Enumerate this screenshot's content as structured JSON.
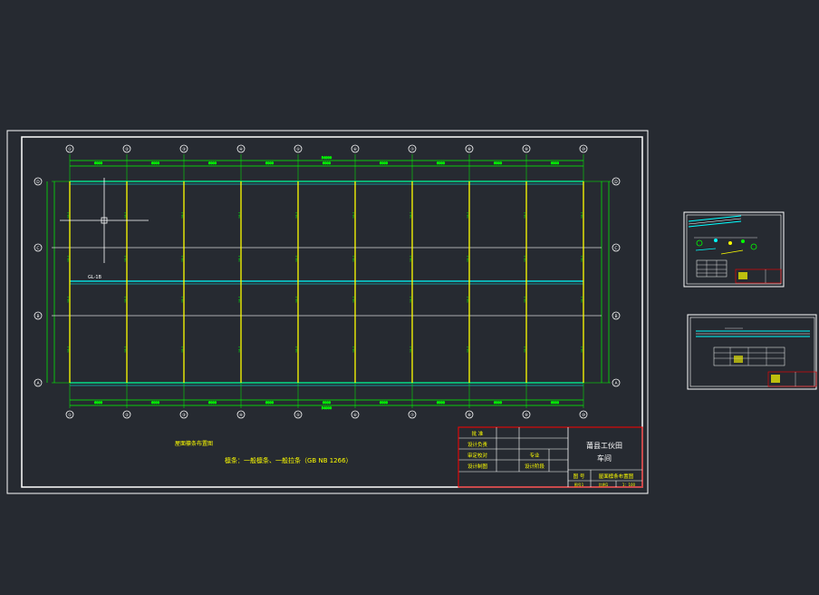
{
  "drawing": {
    "colors": {
      "background": "#262a31",
      "frame": "#ffffff",
      "dimension": "#00ff00",
      "axis_circle": "#ffffff",
      "beam_yellow": "#ffff00",
      "beam_cyan": "#00ffff",
      "grid_white": "#d8d8d8",
      "title_red": "#ff0000",
      "text_yellow": "#ffff00"
    },
    "axes_top": [
      "①",
      "②",
      "③",
      "④",
      "⑤",
      "⑥",
      "⑦",
      "⑧",
      "⑨",
      "⑩"
    ],
    "axes_side": [
      "D",
      "C",
      "B",
      "A"
    ],
    "span_label": "6000",
    "total_label": "54000",
    "beam_label": "GL-1",
    "gl_marker": "GL-1B",
    "plan_title": "屋面檩条布置图",
    "plan_note": "檩条：一般檩条、一般拉条（GB NB 1266）",
    "title_block": {
      "company": "莆县工伙田",
      "project": "车间",
      "left_rows": [
        "批 准",
        "设计负责",
        "审定校对",
        "设计制图"
      ],
      "mid_labels": [
        "专业",
        "设计阶段"
      ],
      "bottom": [
        "图 号",
        "屋面檩条布置图"
      ],
      "bottom_small": [
        "图号1",
        "比例1",
        "1：100"
      ]
    }
  }
}
